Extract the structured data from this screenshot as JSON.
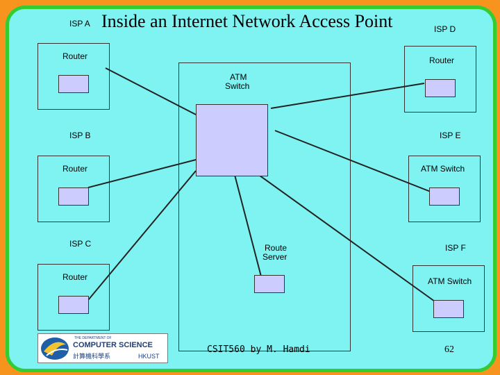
{
  "slide": {
    "title": "Inside an Internet Network Access Point",
    "footer": "CSIT560 by M. Hamdi",
    "page_number": "62"
  },
  "labels": {
    "isp_a": "ISP A",
    "isp_d": "ISP D",
    "isp_b": "ISP B",
    "isp_e": "ISP E",
    "isp_c": "ISP C",
    "isp_f": "ISP F",
    "router_a": "Router",
    "router_d": "Router",
    "router_b": "Router",
    "router_c": "Router",
    "atm_switch_e": "ATM Switch",
    "atm_switch_f": "ATM Switch",
    "center_atm_switch_line1": "ATM",
    "center_atm_switch_line2": "Switch",
    "route_server_line1": "Route",
    "route_server_line2": "Server"
  },
  "logo": {
    "line1": "THE DEPARTMENT OF",
    "line2": "COMPUTER SCIENCE",
    "line3": "計算機科學系",
    "line4": "HKUST"
  },
  "colors": {
    "background": "#f7941d",
    "frame_border": "#33cc33",
    "panel": "#7ff2f2",
    "device": "#ccccff"
  }
}
